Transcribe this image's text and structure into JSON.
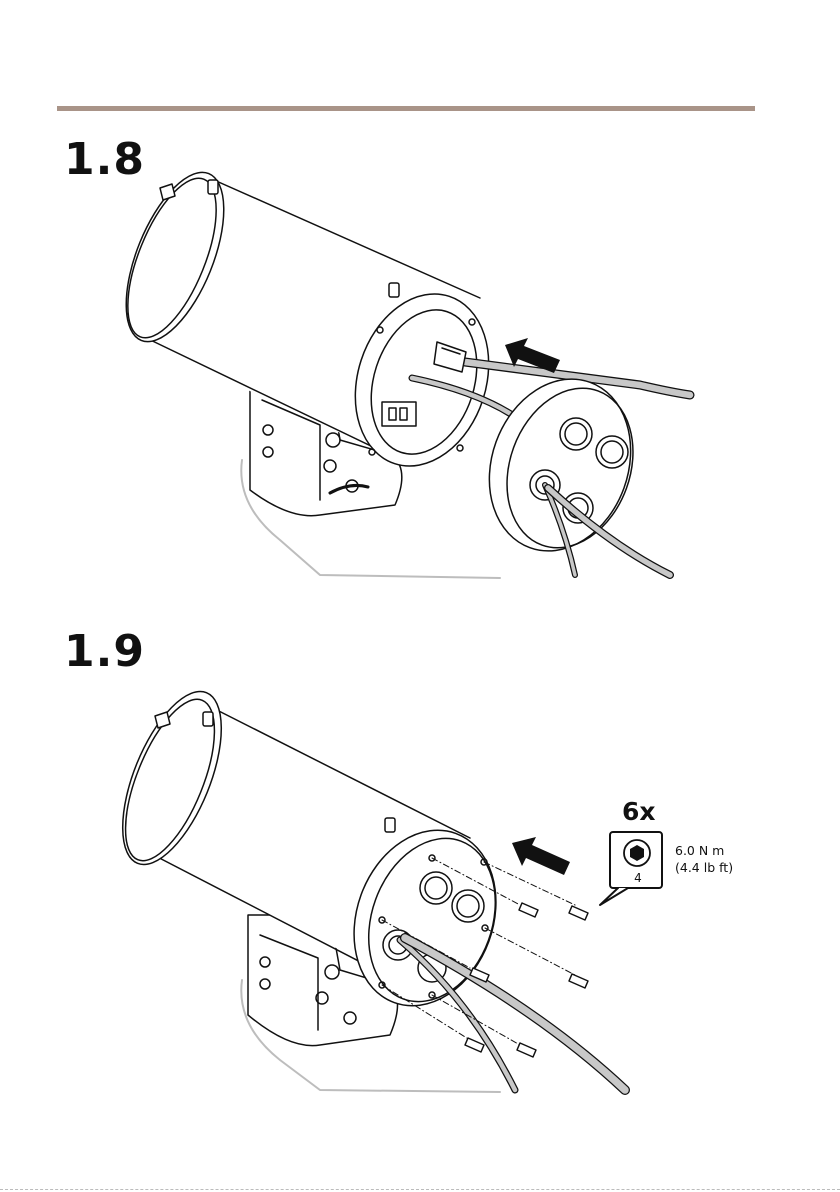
{
  "steps": [
    {
      "number": "1.8"
    },
    {
      "number": "1.9"
    }
  ],
  "fastener": {
    "count": "6x",
    "tool_size": "4",
    "torque_metric": "6.0 N m",
    "torque_imperial": "(4.4 lb ft)"
  },
  "icons": {
    "push_arrow": "arrow-icon",
    "tool": "hex-key-icon"
  },
  "colors": {
    "rule": "#a99488",
    "ink": "#111111",
    "cable": "#c8c8c8",
    "background_outline": "#bdbdbd"
  }
}
